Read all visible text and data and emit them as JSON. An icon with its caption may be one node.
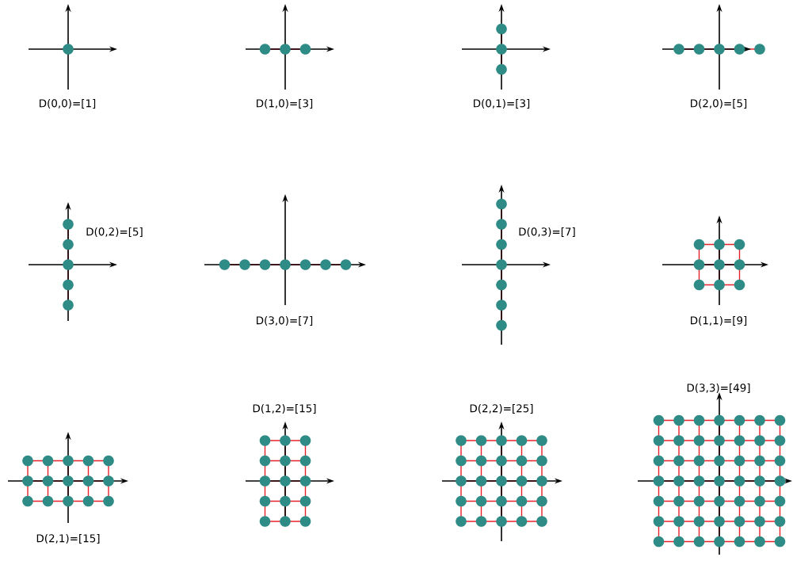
{
  "diagram": {
    "labels": [
      "D(0,0)=[1]",
      "D(1,0)=[3]",
      "D(0,1)=[3]",
      "D(2,0)=[5]",
      "D(0,2)=[5]",
      "D(3,0)=[7]",
      "D(0,3)=[7]",
      "D(1,1)=[9]",
      "D(2,1)=[15]",
      "D(1,2)=[15]",
      "D(2,2)=[25]",
      "D(3,3)=[49]"
    ]
  }
}
